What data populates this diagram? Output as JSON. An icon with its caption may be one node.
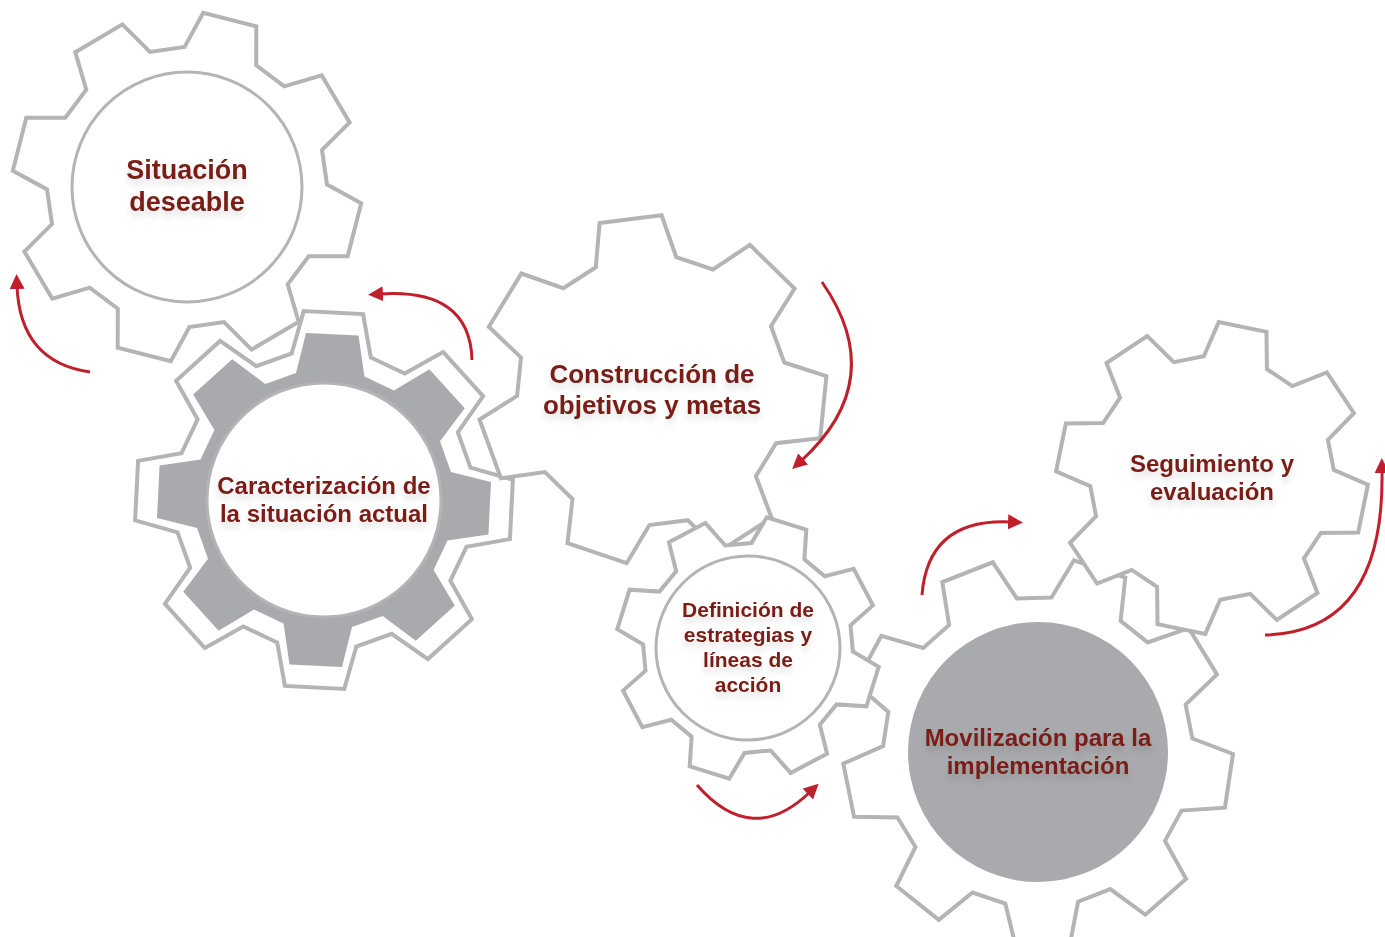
{
  "diagram": {
    "nodes": [
      {
        "text": [
          "Situación deseable"
        ]
      },
      {
        "text": [
          "Caracterización de la situación actual"
        ]
      },
      {
        "text": [
          "Construcción de objetivos y metas"
        ]
      },
      {
        "text": [
          "Definición de estrategias y líneas de acción"
        ]
      },
      {
        "text": [
          "Movilización para la implementación"
        ]
      },
      {
        "text": [
          "Seguimiento y evaluación"
        ]
      }
    ]
  }
}
